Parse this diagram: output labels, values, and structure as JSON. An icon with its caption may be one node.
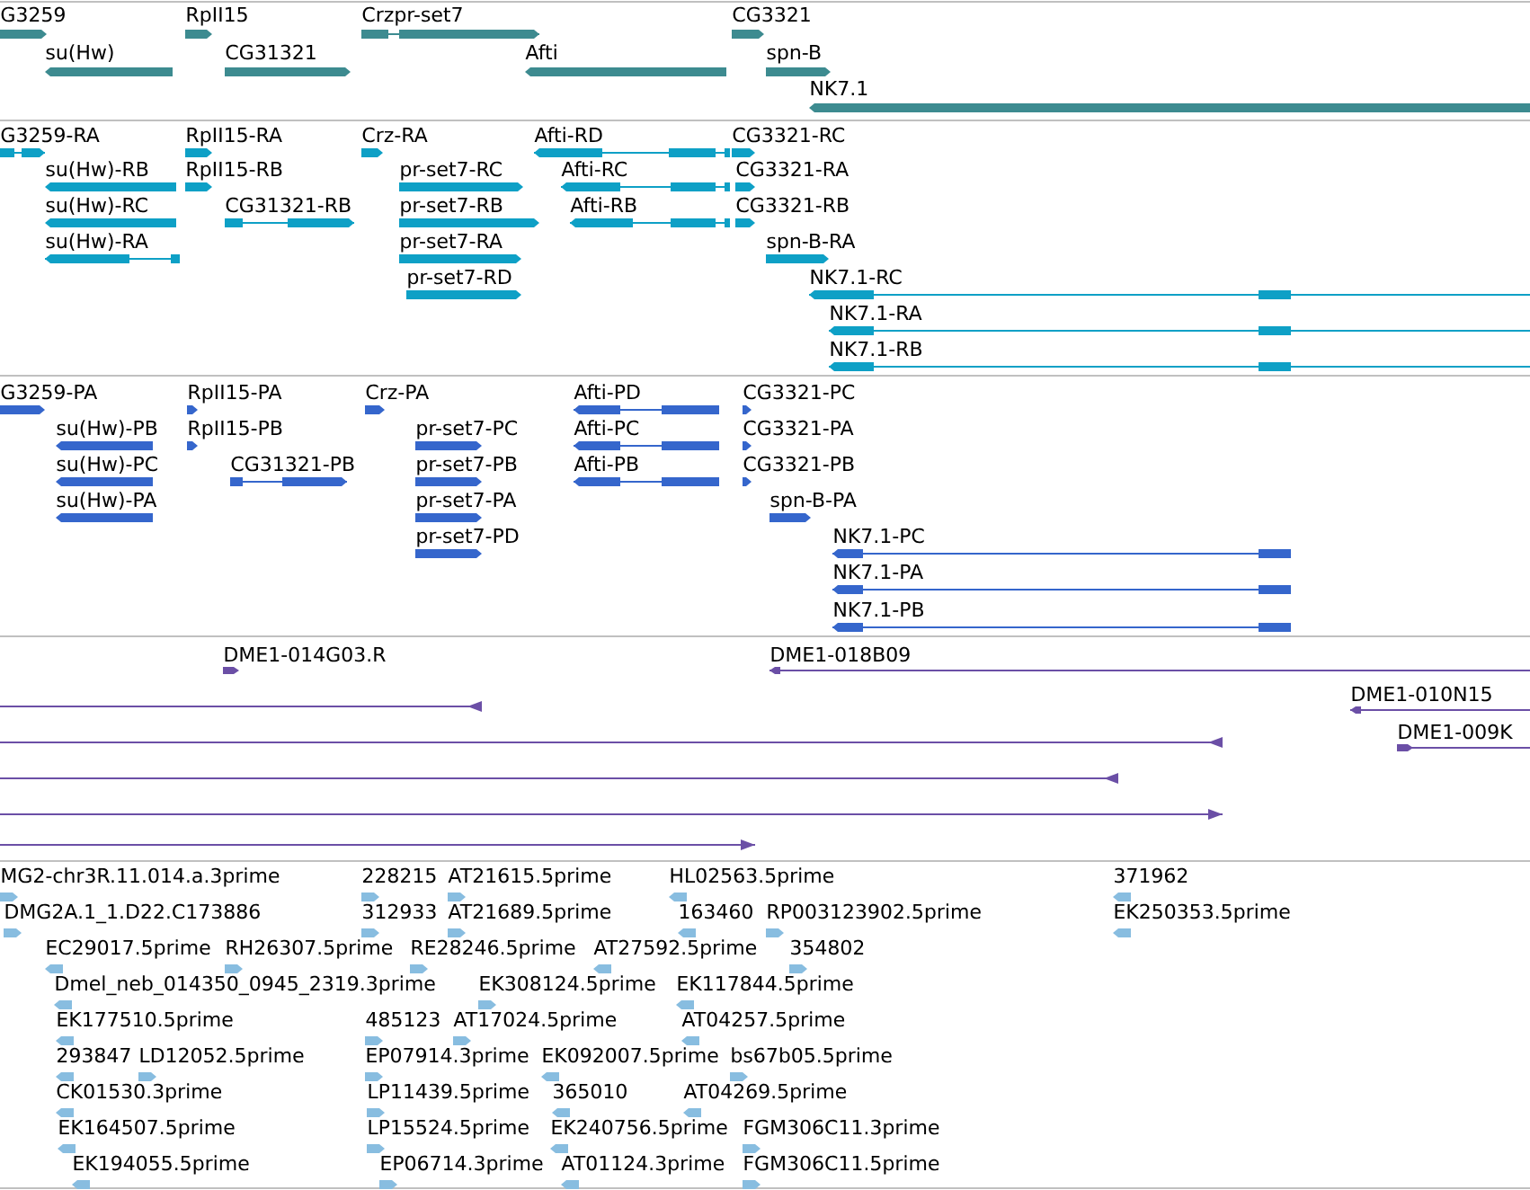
{
  "diagram": {
    "labels": [
      "G3259",
      "RpII15",
      "Crzpr-set7",
      "CG3321",
      "su(Hw)",
      "CG31321",
      "Afti",
      "spn-B",
      "NK7.1",
      "G3259-RA",
      "RpII15-RA",
      "Crz-RA",
      "Afti-RD",
      "CG3321-RC",
      "su(Hw)-RB",
      "RpII15-RB",
      "pr-set7-RC",
      "Afti-RC",
      "CG3321-RA",
      "su(Hw)-RC",
      "CG31321-RB",
      "pr-set7-RB",
      "Afti-RB",
      "CG3321-RB",
      "su(Hw)-RA",
      "pr-set7-RA",
      "spn-B-RA",
      "pr-set7-RD",
      "NK7.1-RC",
      "NK7.1-RA",
      "NK7.1-RB",
      "G3259-PA",
      "RpII15-PA",
      "Crz-PA",
      "Afti-PD",
      "CG3321-PC",
      "su(Hw)-PB",
      "RpII15-PB",
      "pr-set7-PC",
      "Afti-PC",
      "CG3321-PA",
      "su(Hw)-PC",
      "CG31321-PB",
      "pr-set7-PB",
      "Afti-PB",
      "CG3321-PB",
      "su(Hw)-PA",
      "pr-set7-PA",
      "spn-B-PA",
      "pr-set7-PD",
      "NK7.1-PC",
      "NK7.1-PA",
      "NK7.1-PB",
      "DME1-014G03.R",
      "DME1-018B09",
      "DME1-010N15",
      "DME1-009K",
      "MG2-chr3R.11.014.a.3prime",
      "228215",
      "AT21615.5prime",
      "HL02563.5prime",
      "371962",
      "DMG2A.1_1.D22.C173886",
      "312933",
      "AT21689.5prime",
      "163460",
      "RP003123902.5prime",
      "EK250353.5prime",
      "EC29017.5prime",
      "RH26307.5prime",
      "RE28246.5prime",
      "AT27592.5prime",
      "354802",
      "Dmel_neb_014350_0945_2319.3prime",
      "EK308124.5prime",
      "EK117844.5prime",
      "EK177510.5prime",
      "485123",
      "AT17024.5prime",
      "AT04257.5prime",
      "293847",
      "LD12052.5prime",
      "EP07914.3prime",
      "EK092007.5prime",
      "bs67b05.5prime",
      "CK01530.3prime",
      "LP11439.5prime",
      "365010",
      "AT04269.5prime",
      "EK164507.5prime",
      "LP15524.5prime",
      "EK240756.5prime",
      "FGM306C11.3prime",
      "EK194055.5prime",
      "EP06714.3prime",
      "AT01124.3prime",
      "FGM306C11.5prime"
    ]
  }
}
